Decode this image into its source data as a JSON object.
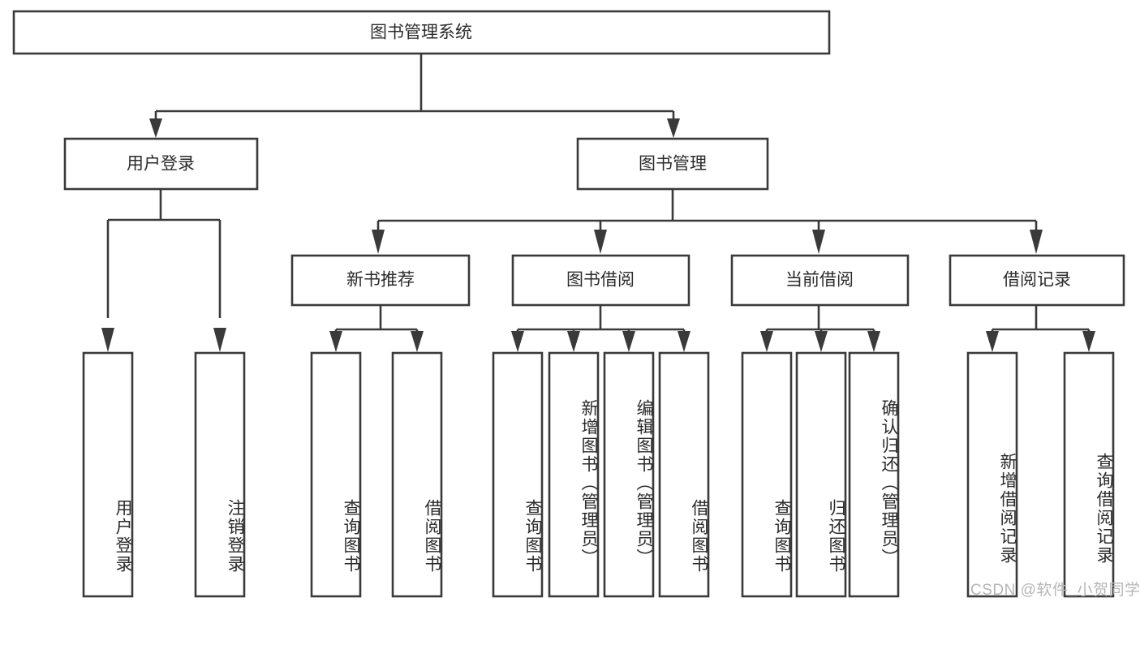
{
  "diagram": {
    "type": "tree-hierarchy",
    "title": "图书管理系统",
    "theme": {
      "background": "#ffffff",
      "box_fill": "#ffffff",
      "box_stroke": "#3a3a3a",
      "connector": "#3a3a3a",
      "text": "#2b2b2b",
      "watermark": "#b6b6b6"
    },
    "levels": {
      "root": {
        "label": "图书管理系统"
      },
      "level2": [
        {
          "id": "user-login",
          "label": "用户登录"
        },
        {
          "id": "book-management",
          "label": "图书管理"
        }
      ],
      "level3": [
        {
          "id": "new-book-recommend",
          "label": "新书推荐",
          "parent": "book-management"
        },
        {
          "id": "book-borrow",
          "label": "图书借阅",
          "parent": "book-management"
        },
        {
          "id": "current-borrow",
          "label": "当前借阅",
          "parent": "book-management"
        },
        {
          "id": "borrow-record",
          "label": "借阅记录",
          "parent": "book-management"
        }
      ],
      "leaves": [
        {
          "id": "leaf-user-login",
          "label": "用户登录",
          "parent": "user-login"
        },
        {
          "id": "leaf-logout-login",
          "label": "注销登录",
          "parent": "user-login"
        },
        {
          "id": "leaf-query-book-1",
          "label": "查询图书",
          "parent": "new-book-recommend"
        },
        {
          "id": "leaf-borrow-book-1",
          "label": "借阅图书",
          "parent": "new-book-recommend"
        },
        {
          "id": "leaf-query-book-2",
          "label": "查询图书",
          "parent": "book-borrow"
        },
        {
          "id": "leaf-add-book",
          "label": "新增图书（管理员）",
          "parent": "book-borrow"
        },
        {
          "id": "leaf-edit-book",
          "label": "编辑图书（管理员）",
          "parent": "book-borrow"
        },
        {
          "id": "leaf-borrow-book-2",
          "label": "借阅图书",
          "parent": "book-borrow"
        },
        {
          "id": "leaf-query-book-3",
          "label": "查询图书",
          "parent": "current-borrow"
        },
        {
          "id": "leaf-return-book",
          "label": "归还图书",
          "parent": "current-borrow"
        },
        {
          "id": "leaf-confirm-return",
          "label": "确认归还（管理员）",
          "parent": "current-borrow"
        },
        {
          "id": "leaf-add-record",
          "label": "新增借阅记录",
          "parent": "borrow-record"
        },
        {
          "id": "leaf-query-record",
          "label": "查询借阅记录",
          "parent": "borrow-record"
        }
      ]
    }
  },
  "watermark": {
    "text": "CSDN @软件_小贺同学"
  }
}
